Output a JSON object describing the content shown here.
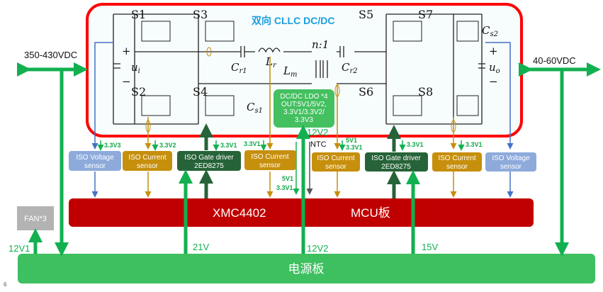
{
  "title": "双向 CLLC  DC/DC",
  "input_voltage": "350-430VDC",
  "output_voltage": "40-60VDC",
  "switches": [
    "S1",
    "S2",
    "S3",
    "S4",
    "S5",
    "S6",
    "S7",
    "S8"
  ],
  "components": {
    "ui": "u",
    "ui_sub": "i",
    "uo": "u",
    "uo_sub": "o",
    "cr1": "C",
    "cr1_sub": "r1",
    "lr": "L",
    "lr_sub": "r",
    "lm": "L",
    "lm_sub": "m",
    "cr2": "C",
    "cr2_sub": "r2",
    "cs1": "C",
    "cs1_sub": "s1",
    "cs2": "C",
    "cs2_sub": "s2",
    "ratio": "n:1",
    "plus": "+",
    "minus": "−"
  },
  "ldo": {
    "line1": "DC/DC LDO *4",
    "line2": "OUT:5V1/5V2,",
    "line3": "3.3V1/3.3V2/",
    "line4": "3.3V3"
  },
  "modules": [
    {
      "l1": "ISO Voltage",
      "l2": "sensor",
      "supply": "3.3V3",
      "color": "#8eaadb"
    },
    {
      "l1": "ISO Current",
      "l2": "sensor",
      "supply": "3.3V2",
      "color": "#c68f0c"
    },
    {
      "l1": "ISO Gate driver",
      "l2": "2ED8275",
      "supply": "3.3V1",
      "color": "#276338"
    },
    {
      "l1": "ISO Current",
      "l2": "sensor",
      "supply": "3.3V1",
      "color": "#c68f0c"
    },
    {
      "l1": "ISO Current",
      "l2": "sensor",
      "supply_a": "5V1",
      "supply_b": "3.3V1",
      "color": "#c68f0c"
    },
    {
      "l1": "ISO Gate driver",
      "l2": "2ED8275",
      "supply": "3.3V1",
      "color": "#276338"
    },
    {
      "l1": "ISO Current",
      "l2": "sensor",
      "supply": "3.3V1",
      "color": "#c68f0c"
    },
    {
      "l1": "ISO Voltage",
      "l2": "sensor",
      "color": "#8eaadb"
    }
  ],
  "ldo_outputs": {
    "a": "5V1",
    "b": "3.3V1"
  },
  "ntc": "NTC",
  "mcu": {
    "chip": "XMC4402",
    "label": "MCU板",
    "color": "#c00000"
  },
  "fan": "FAN*3",
  "power_board": {
    "label": "电源板",
    "color": "#3ec060"
  },
  "rails": {
    "fan": "12V1",
    "gate1": "21V",
    "ldo": "12V2",
    "ldo_top": "12V2",
    "gate2": "15V"
  },
  "page_number": "6",
  "colors": {
    "frame": "#ff0000",
    "title": "#1a9ee0",
    "arrow_green": "#12b050",
    "arrow_dark": "#276338"
  }
}
